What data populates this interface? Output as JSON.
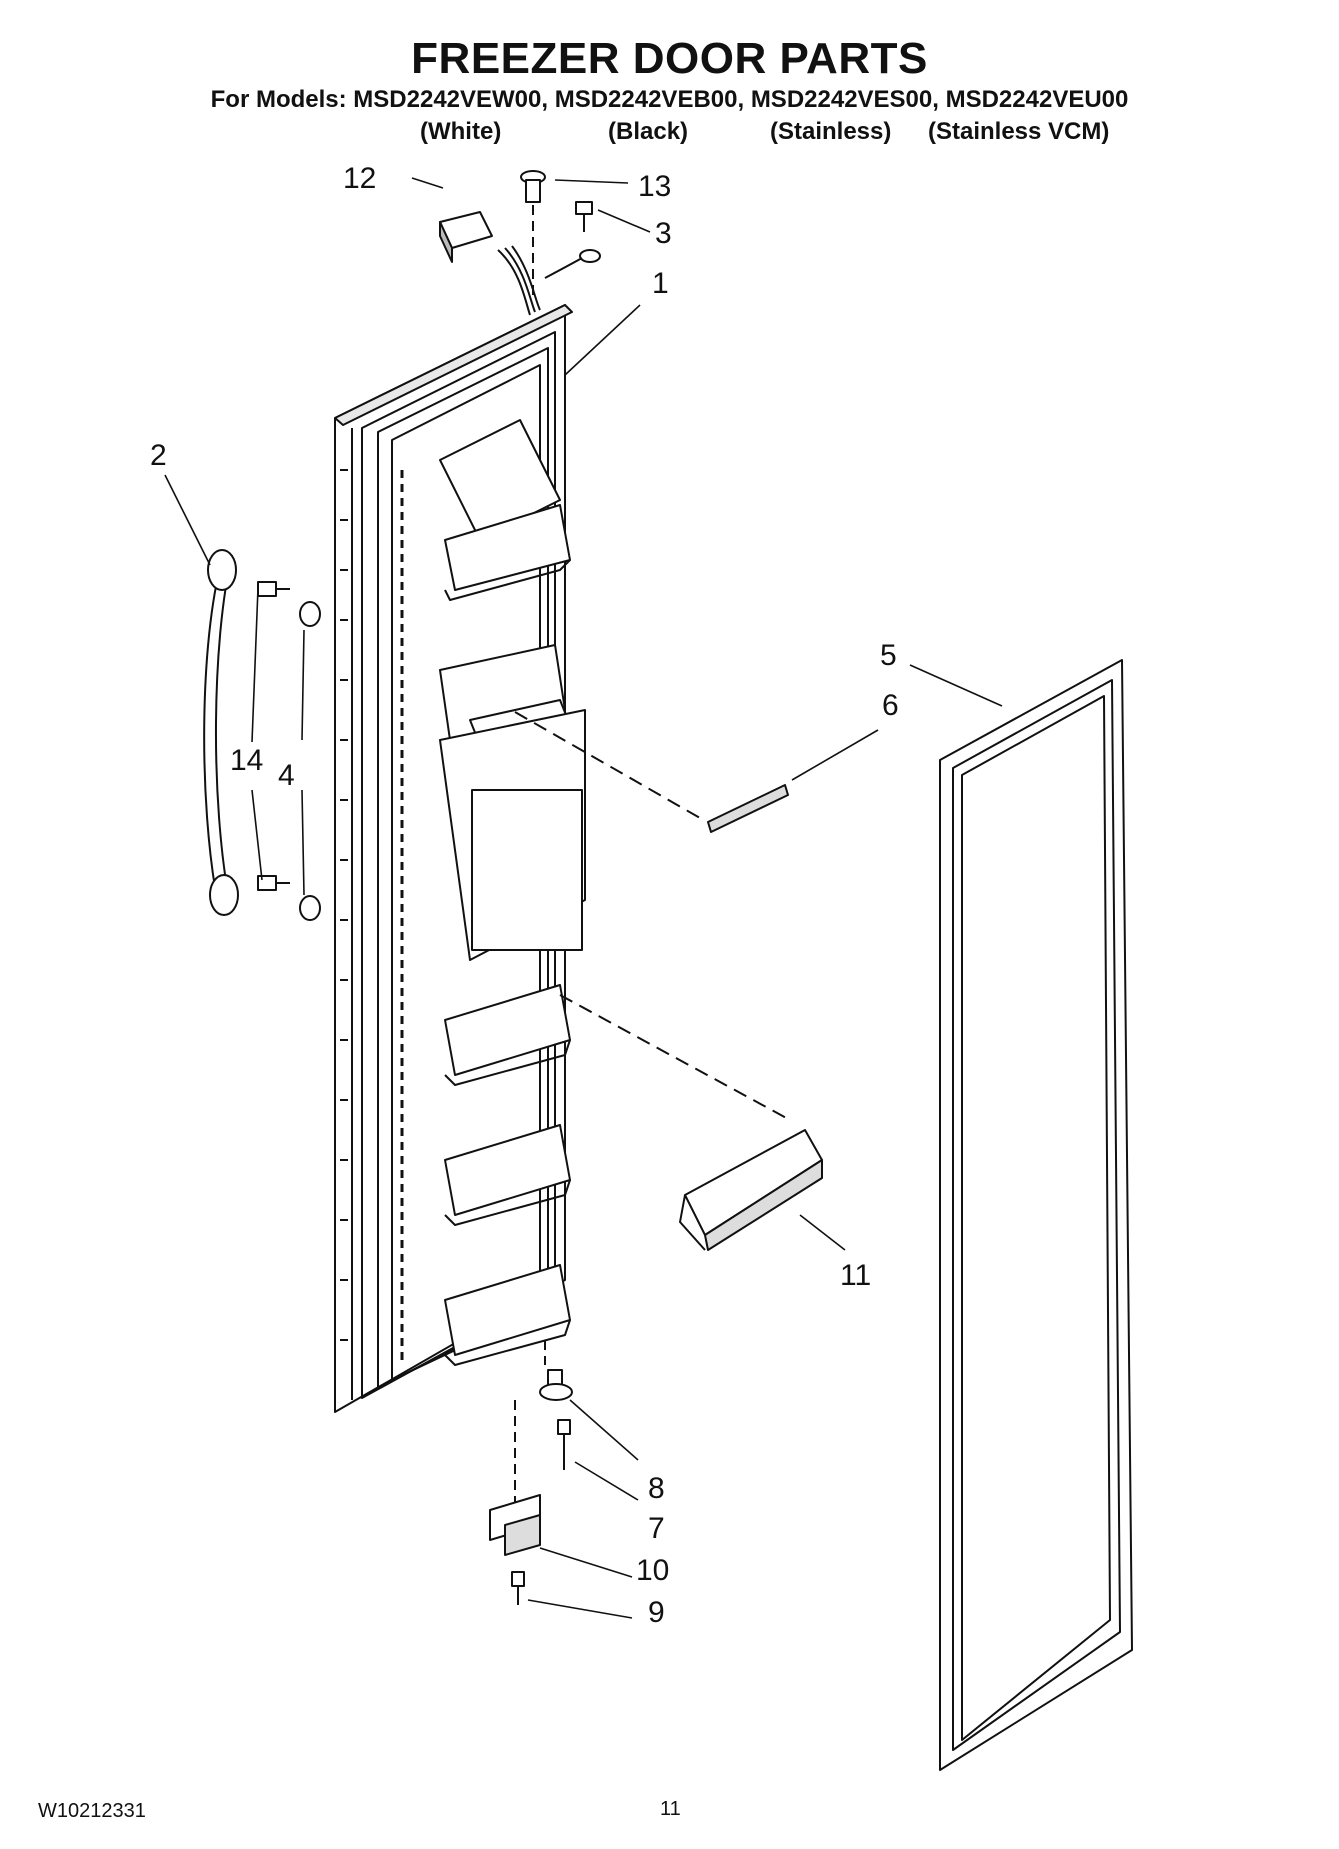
{
  "header": {
    "title": "FREEZER DOOR PARTS",
    "models_line": "For Models: MSD2242VEW00, MSD2242VEB00, MSD2242VES00, MSD2242VEU00",
    "variants": [
      "(White)",
      "(Black)",
      "(Stainless)",
      "(Stainless VCM)"
    ]
  },
  "callouts": [
    "1",
    "2",
    "3",
    "4",
    "5",
    "6",
    "7",
    "8",
    "9",
    "10",
    "11",
    "12",
    "13",
    "14"
  ],
  "footer": {
    "doc_number": "W10212331",
    "page_number": "11"
  }
}
